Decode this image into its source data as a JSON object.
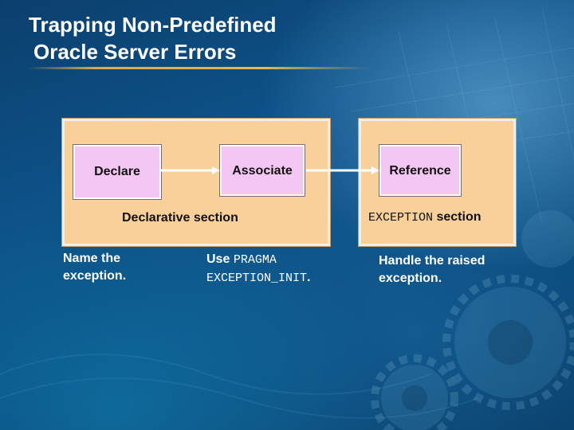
{
  "slide": {
    "title_line1": "Trapping Non-Predefined",
    "title_line2": "Oracle Server Errors"
  },
  "diagram": {
    "boxes": {
      "declare": "Declare",
      "associate": "Associate",
      "reference": "Reference"
    },
    "declarative_section": {
      "label": "Declarative section"
    },
    "exception_section": {
      "code": "EXCEPTION",
      "label": "section"
    }
  },
  "descriptions": {
    "name": "Name the exception.",
    "use_prefix": "Use",
    "use_code_1": "PRAGMA",
    "use_code_2": "EXCEPTION_INIT",
    "use_suffix": ".",
    "handle": "Handle the raised exception."
  },
  "colors": {
    "panel_fill": "#f9cf9a",
    "box_fill": "#f4c6f4",
    "title_text": "#ffffff",
    "title_rule": "#d8aa4a"
  },
  "icons": {
    "background": "gear-circuit-background",
    "connectors": "arrow-right"
  }
}
